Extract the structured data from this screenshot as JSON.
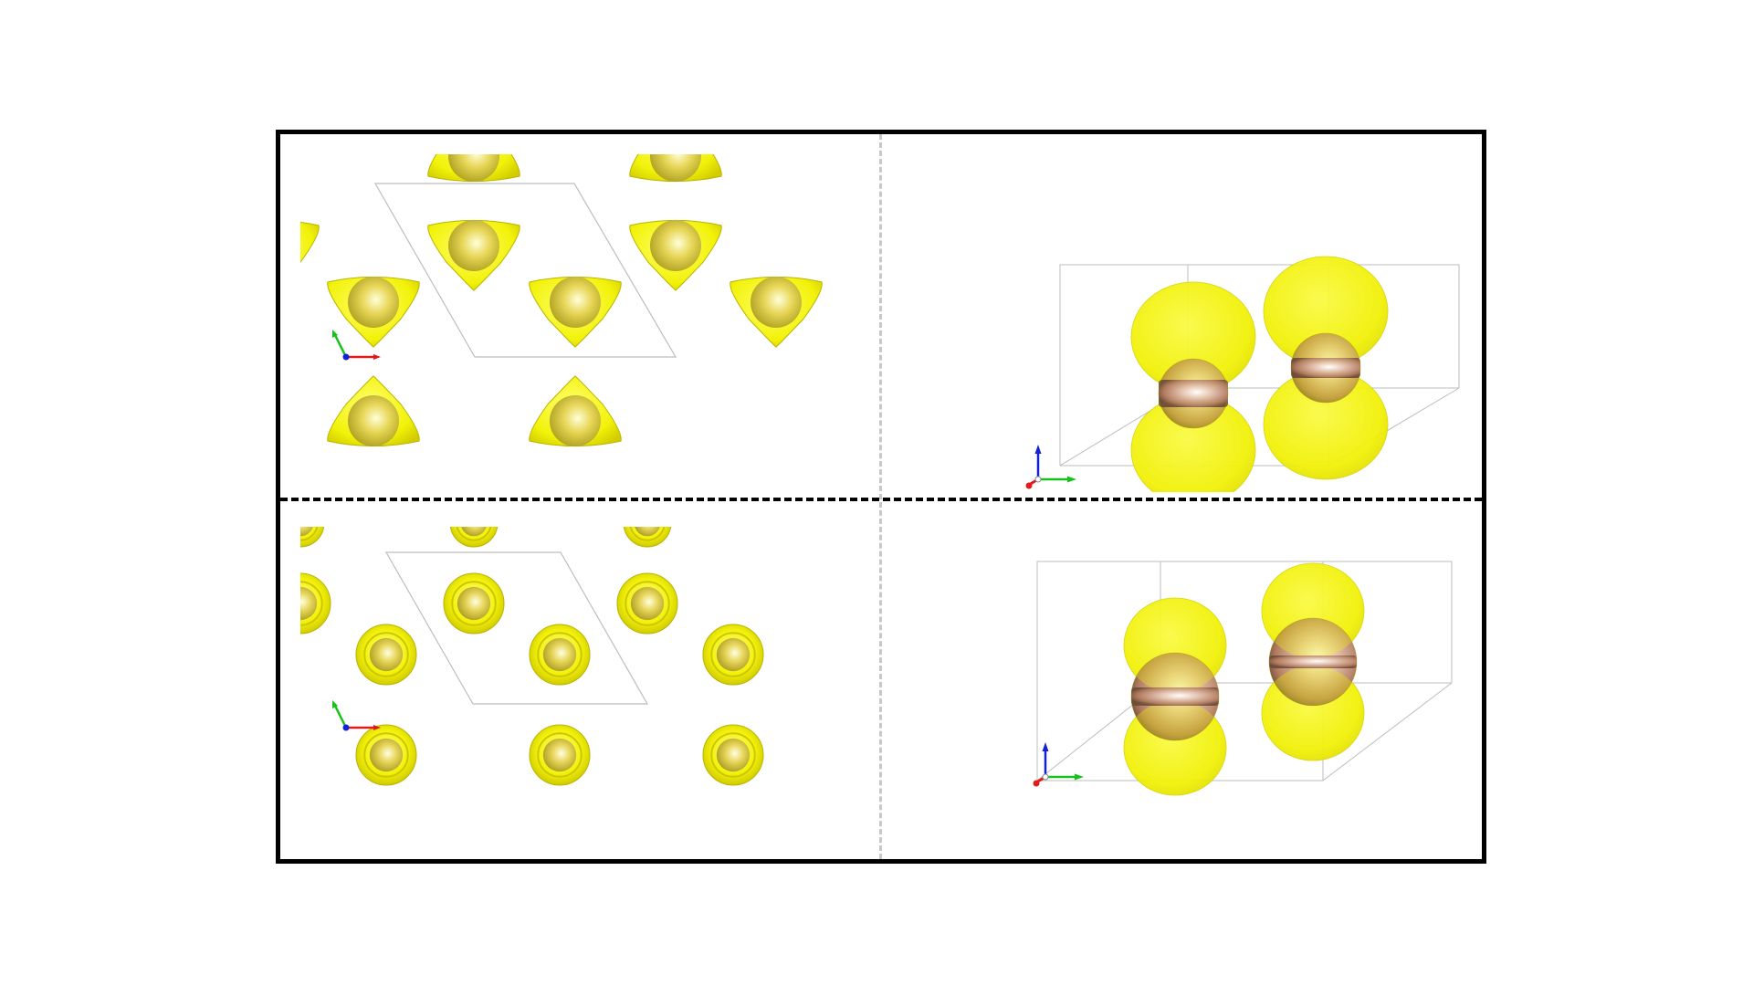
{
  "colors": {
    "isosurface": "#f2f20a",
    "isosurface_edge": "#b9b400",
    "atom": "#b07a5e",
    "frame": "#000000",
    "cell_line": "#bdbdbd",
    "divider_h": "#000000",
    "divider_v": "#c8c8c8",
    "axis_a": "#e11b1b",
    "axis_b": "#16c21b",
    "axis_c": "#1420d6"
  },
  "axes_labels": {
    "a": "a",
    "b": "b",
    "c": "c"
  },
  "panels": [
    {
      "id": "top-left",
      "view": "top",
      "orbital_shape": "triangular"
    },
    {
      "id": "top-right",
      "view": "side",
      "orbital_shape": "dumbbell-wide"
    },
    {
      "id": "bottom-left",
      "view": "top",
      "orbital_shape": "circular"
    },
    {
      "id": "bottom-right",
      "view": "side",
      "orbital_shape": "dumbbell-narrow"
    }
  ]
}
